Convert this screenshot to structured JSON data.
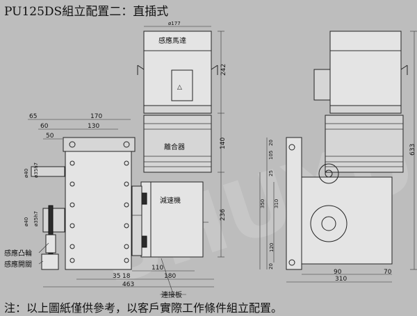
{
  "title": "PU125DS組立配置二：直插式",
  "note": "注：以上圖紙僅供參考，以客戶實際工作條件組立配置。",
  "watermark": "SHUYU",
  "components": {
    "motor_label": "感應馬達",
    "clutch_label": "離合器",
    "reducer_label": "減速機",
    "cam_label": "感應凸輪",
    "switch_label": "感應開關",
    "plate_label": "連接板"
  },
  "dimensions": {
    "motor_dia": "ø177",
    "motor_height": "242",
    "clutch_height": "140",
    "reducer_height": "236",
    "overall_height": "633",
    "d65": "65",
    "d170": "170",
    "d60": "60",
    "d130": "130",
    "d50": "50",
    "d40a": "ø40",
    "d35h7a": "ø35h7",
    "d40b": "ø40",
    "d35h7b": "ø35h7",
    "d35": "35",
    "d18": "18",
    "d110": "110",
    "d180": "180",
    "d463": "463",
    "d20a": "20",
    "d105": "105",
    "d25": "25",
    "d350": "350",
    "d310v": "310",
    "d120": "120",
    "d20b": "20",
    "d90": "90",
    "d70": "70",
    "d310h": "310"
  }
}
